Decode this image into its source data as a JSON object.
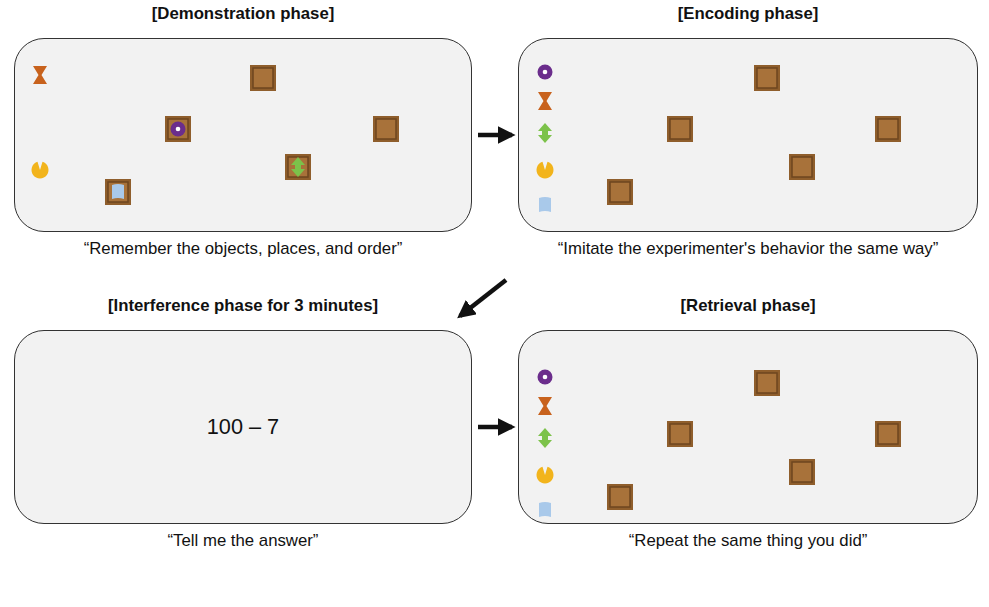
{
  "diagram": {
    "nodes": [
      {
        "text": [
          "[Demonstration phase]",
          "“Remember the objects, places, and order”"
        ]
      },
      {
        "text": [
          "[Encoding phase]",
          "“Imitate the experimenter's behavior the same way”"
        ]
      },
      {
        "text": [
          "[Interference phase for 3 minutes]",
          "100 – 7",
          "“Tell me the answer”"
        ]
      },
      {
        "text": [
          "[Retrieval phase]",
          "“Repeat the same thing you did”"
        ]
      }
    ],
    "edges": [
      {
        "from": 0,
        "to": 1,
        "arrow": "to"
      },
      {
        "from": 1,
        "to": 2,
        "arrow": "to"
      },
      {
        "from": 2,
        "to": 3,
        "arrow": "to"
      }
    ]
  }
}
